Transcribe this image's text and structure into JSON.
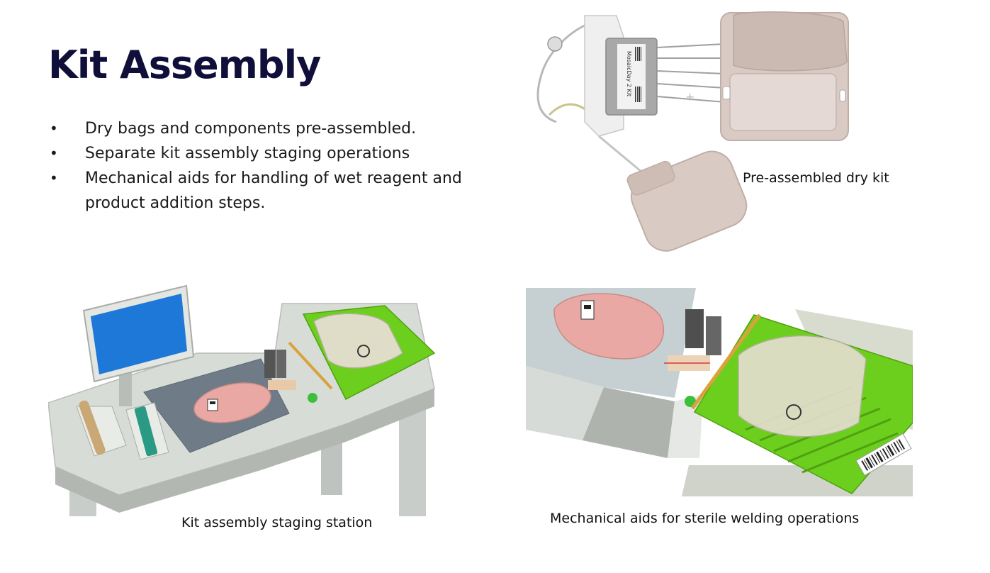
{
  "slide": {
    "title": "Kit Assembly",
    "bullets": [
      "Dry bags and components pre-assembled.",
      "Separate kit assembly staging operations",
      "Mechanical aids for handling of wet reagent and product addition steps."
    ]
  },
  "figures": {
    "dry_kit": {
      "caption": "Pre-assembled dry kit",
      "label_text": "MosaicDay 2 Kit"
    },
    "staging_station": {
      "caption": "Kit assembly staging station"
    },
    "welding_aids": {
      "caption": "Mechanical aids for sterile welding operations"
    }
  },
  "colors": {
    "title": "#0f0f3a",
    "tray_green": "#6ccf1e",
    "bag_pink": "#e9a8a4",
    "bag_tan": "#d9cbc4",
    "monitor_blue": "#1e78d8"
  }
}
